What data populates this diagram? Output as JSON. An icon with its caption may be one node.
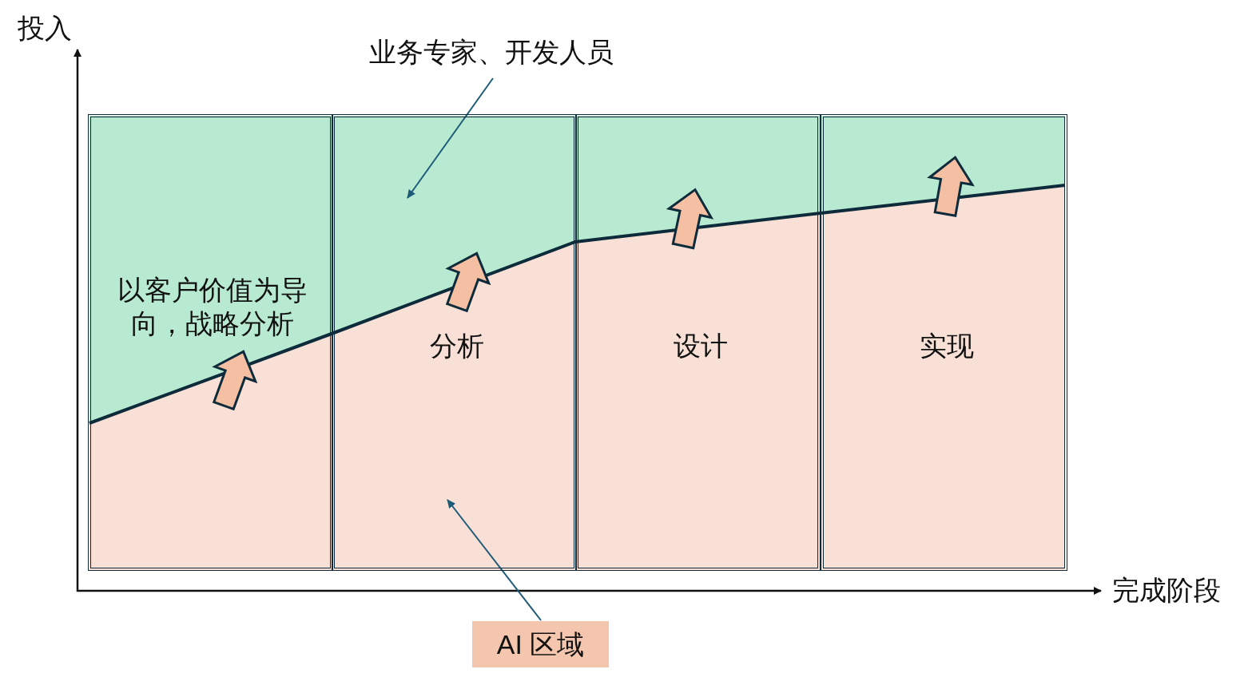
{
  "diagram": {
    "nodes": [
      {
        "text": [
          "以客户价值为导向，战略分析"
        ]
      },
      {
        "text": [
          "分析"
        ]
      },
      {
        "text": [
          "设计"
        ]
      },
      {
        "text": [
          "实现"
        ]
      },
      {
        "text": [
          "业务专家、开发人员"
        ]
      },
      {
        "text": [],
        "shape": "box"
      },
      {
        "text": [
          "AI 区域"
        ]
      },
      {
        "text": [],
        "shape": "box"
      }
    ],
    "edges": [
      {
        "from": 4,
        "to": 5,
        "arrow": "to"
      },
      {
        "from": 6,
        "to": 7,
        "arrow": "to"
      }
    ],
    "labels": [
      "投入",
      "完成阶段"
    ]
  }
}
